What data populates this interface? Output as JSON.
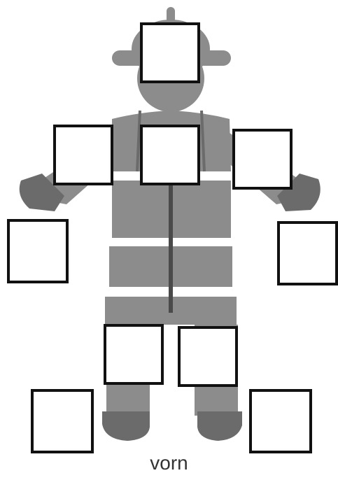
{
  "caption": "vorn",
  "colors": {
    "body": "#8c8c8c",
    "dark": "#6b6b6b",
    "seam": "#4a4a4a",
    "box_border": "#111111",
    "background": "#ffffff"
  },
  "figure": "firefighter-front-view",
  "boxes": [
    "helmet-box",
    "left-shoulder-box",
    "chest-box",
    "right-shoulder-box",
    "left-hand-box",
    "right-hand-box",
    "left-knee-box",
    "right-knee-box",
    "left-foot-box",
    "right-foot-box"
  ]
}
